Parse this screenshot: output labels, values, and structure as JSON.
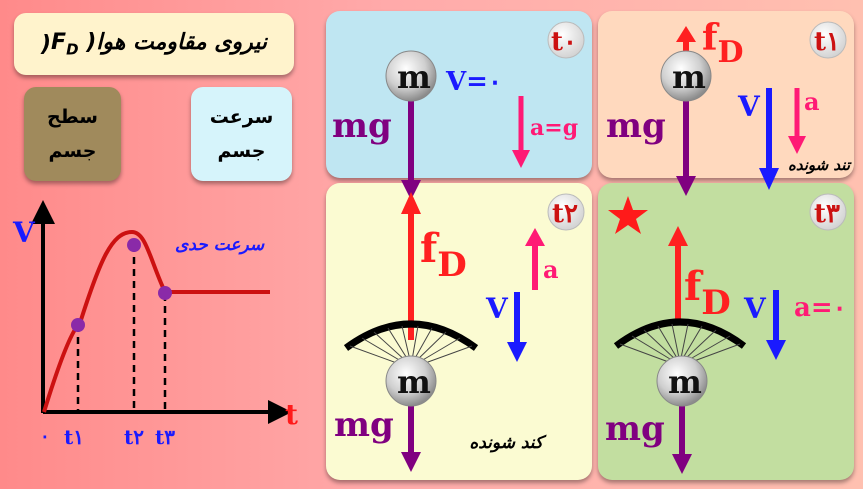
{
  "left": {
    "title": "نیروی مقاومت هوا( F",
    "title_sub": "D",
    "title_end": " )",
    "box_surface": "سطح جسم",
    "box_speed": "سرعت جسم"
  },
  "graph": {
    "y_label": "V",
    "x_label": "t",
    "origin": "۰",
    "ticks": [
      "t۱",
      "t۲",
      "t۳"
    ],
    "terminal_label": "سرعت حدی"
  },
  "panels": {
    "t0": {
      "badge": "t۰",
      "mass": "m",
      "weight": "mg",
      "velocity": "V=۰",
      "accel": "a=g"
    },
    "t1": {
      "badge": "t۱",
      "mass": "m",
      "weight": "mg",
      "drag": "f",
      "drag_sub": "D",
      "velocity": "V",
      "accel": "a",
      "caption": "تند شونده"
    },
    "t2": {
      "badge": "t۲",
      "mass": "m",
      "weight": "mg",
      "drag": "f",
      "drag_sub": "D",
      "velocity": "V",
      "accel": "a",
      "caption": "کند شونده"
    },
    "t3": {
      "badge": "t۳",
      "mass": "m",
      "weight": "mg",
      "drag": "f",
      "drag_sub": "D",
      "velocity": "V",
      "accel": "a=۰"
    }
  },
  "colors": {
    "drag": "#ff2020",
    "weight": "#800080",
    "velocity": "#1a1aff",
    "accel": "#ff1a75",
    "star": "#ff1a1a"
  }
}
